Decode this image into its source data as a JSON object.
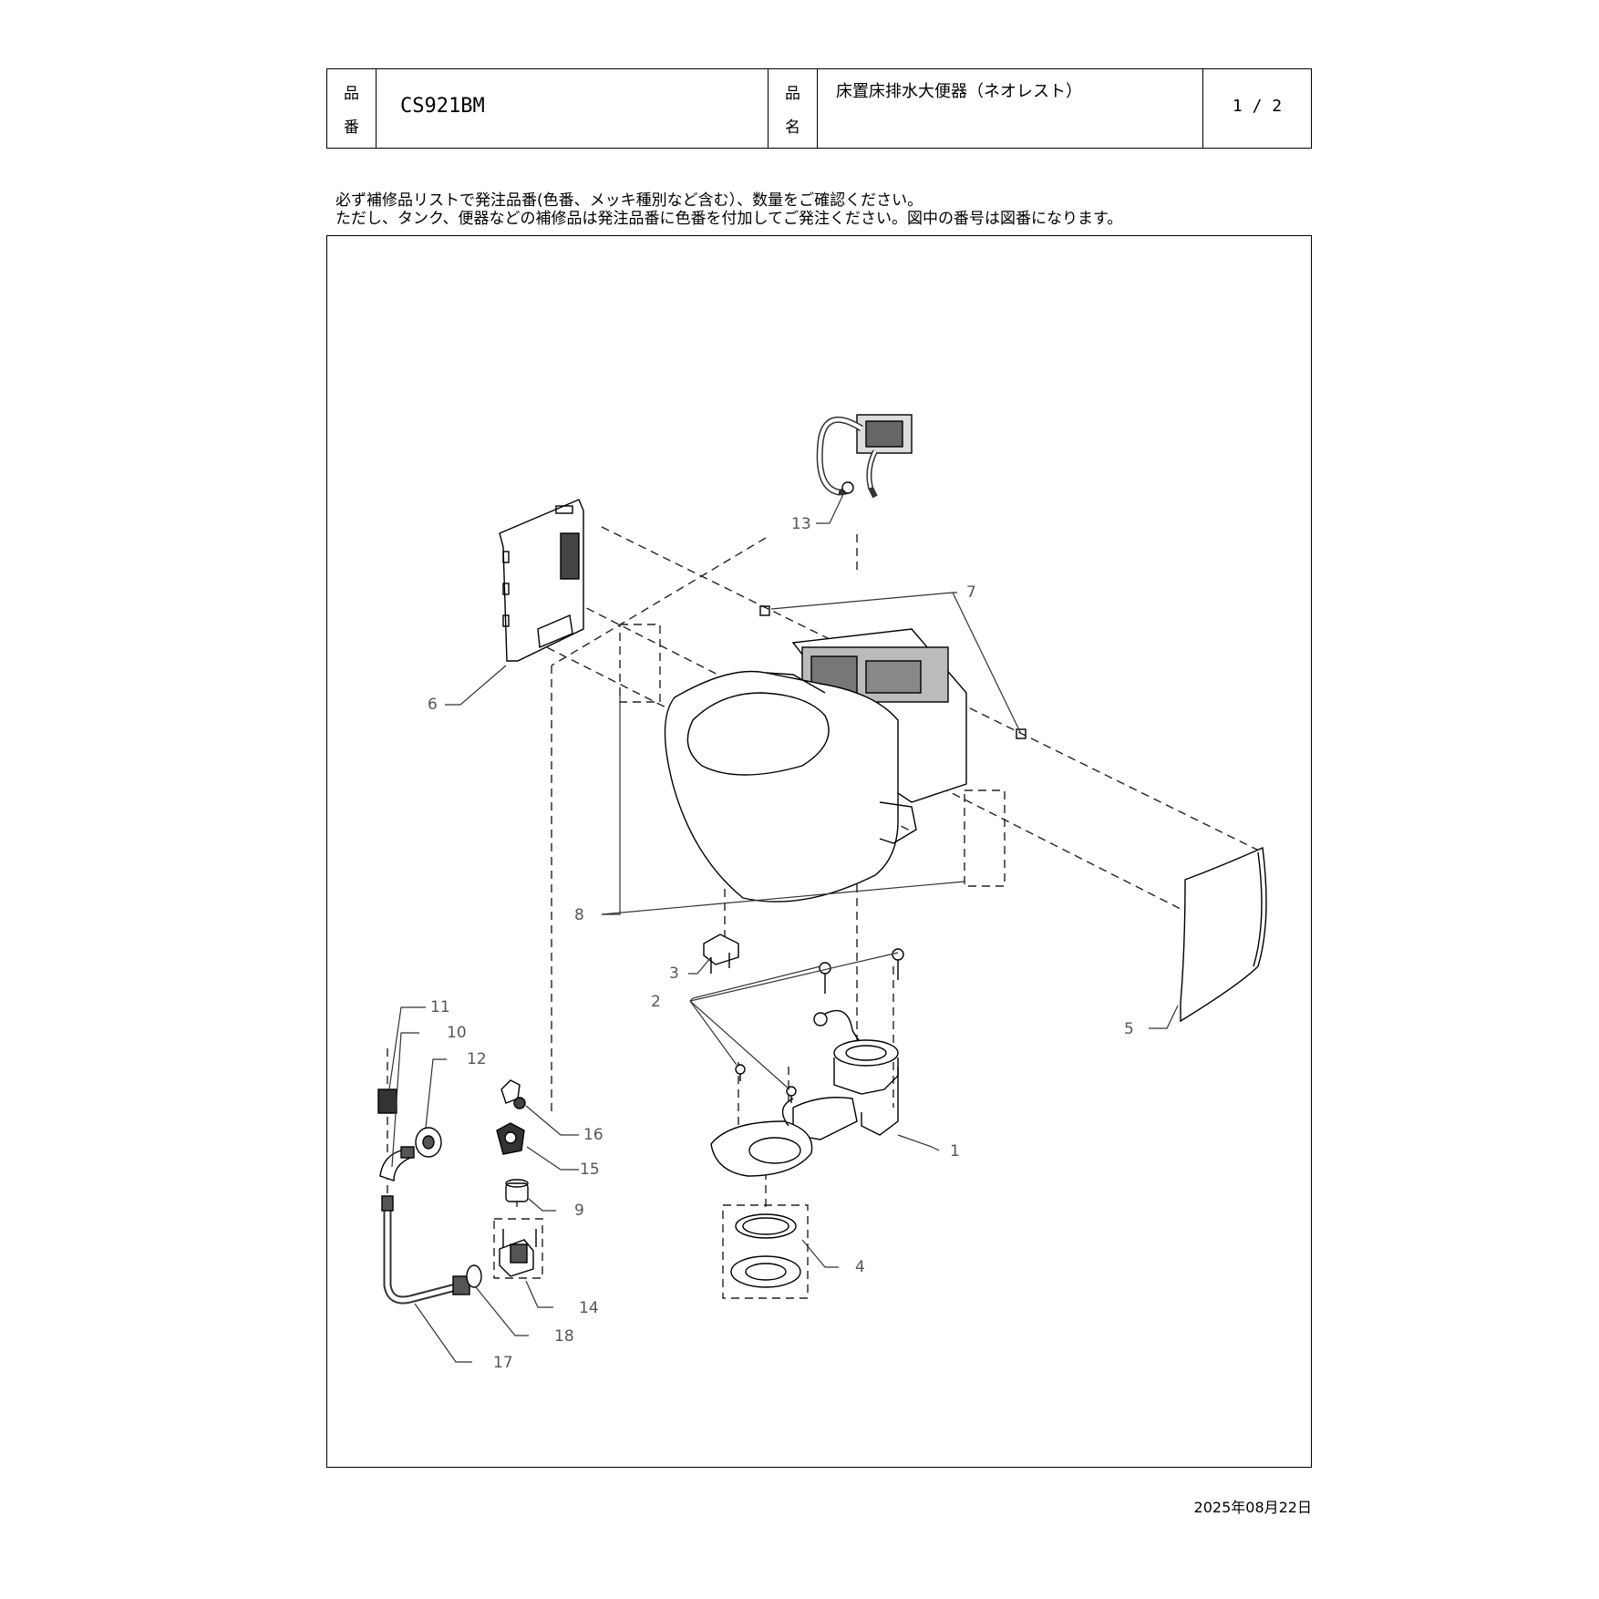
{
  "header": {
    "code_label": [
      "品",
      "番"
    ],
    "code": "CS921BM",
    "name_label": [
      "品",
      "名"
    ],
    "name": "床置床排水大便器（ネオレスト）",
    "page": "1 / 2"
  },
  "notes": [
    "必ず補修品リストで発注品番(色番、メッキ種別など含む）、数量をご確認ください。",
    "ただし、タンク、便器などの補修品は発注品番に色番を付加してご発注ください。図中の番号は図番になります。"
  ],
  "callouts": [
    "1",
    "2",
    "3",
    "4",
    "5",
    "6",
    "7",
    "8",
    "9",
    "10",
    "11",
    "12",
    "13",
    "14",
    "15",
    "16",
    "17",
    "18"
  ],
  "footer": {
    "date": "2025年08月22日"
  }
}
